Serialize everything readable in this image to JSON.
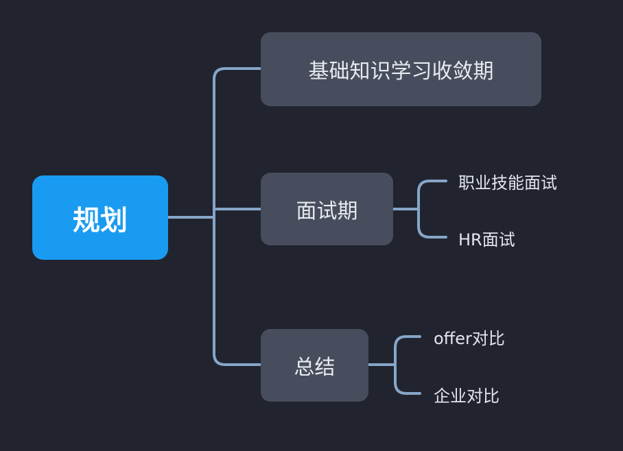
{
  "mindmap": {
    "root": {
      "label": "规划"
    },
    "branches": [
      {
        "label": "基础知识学习收敛期",
        "children": []
      },
      {
        "label": "面试期",
        "children": [
          {
            "label": "职业技能面试"
          },
          {
            "label": "HR面试"
          }
        ]
      },
      {
        "label": "总结",
        "children": [
          {
            "label": "offer对比"
          },
          {
            "label": "企业对比"
          }
        ]
      }
    ]
  },
  "colors": {
    "background": "#21242f",
    "root_fill": "#1a9bf2",
    "branch_fill": "#474d5c",
    "connector": "#86a6c9",
    "text": "#e8eaf0"
  }
}
